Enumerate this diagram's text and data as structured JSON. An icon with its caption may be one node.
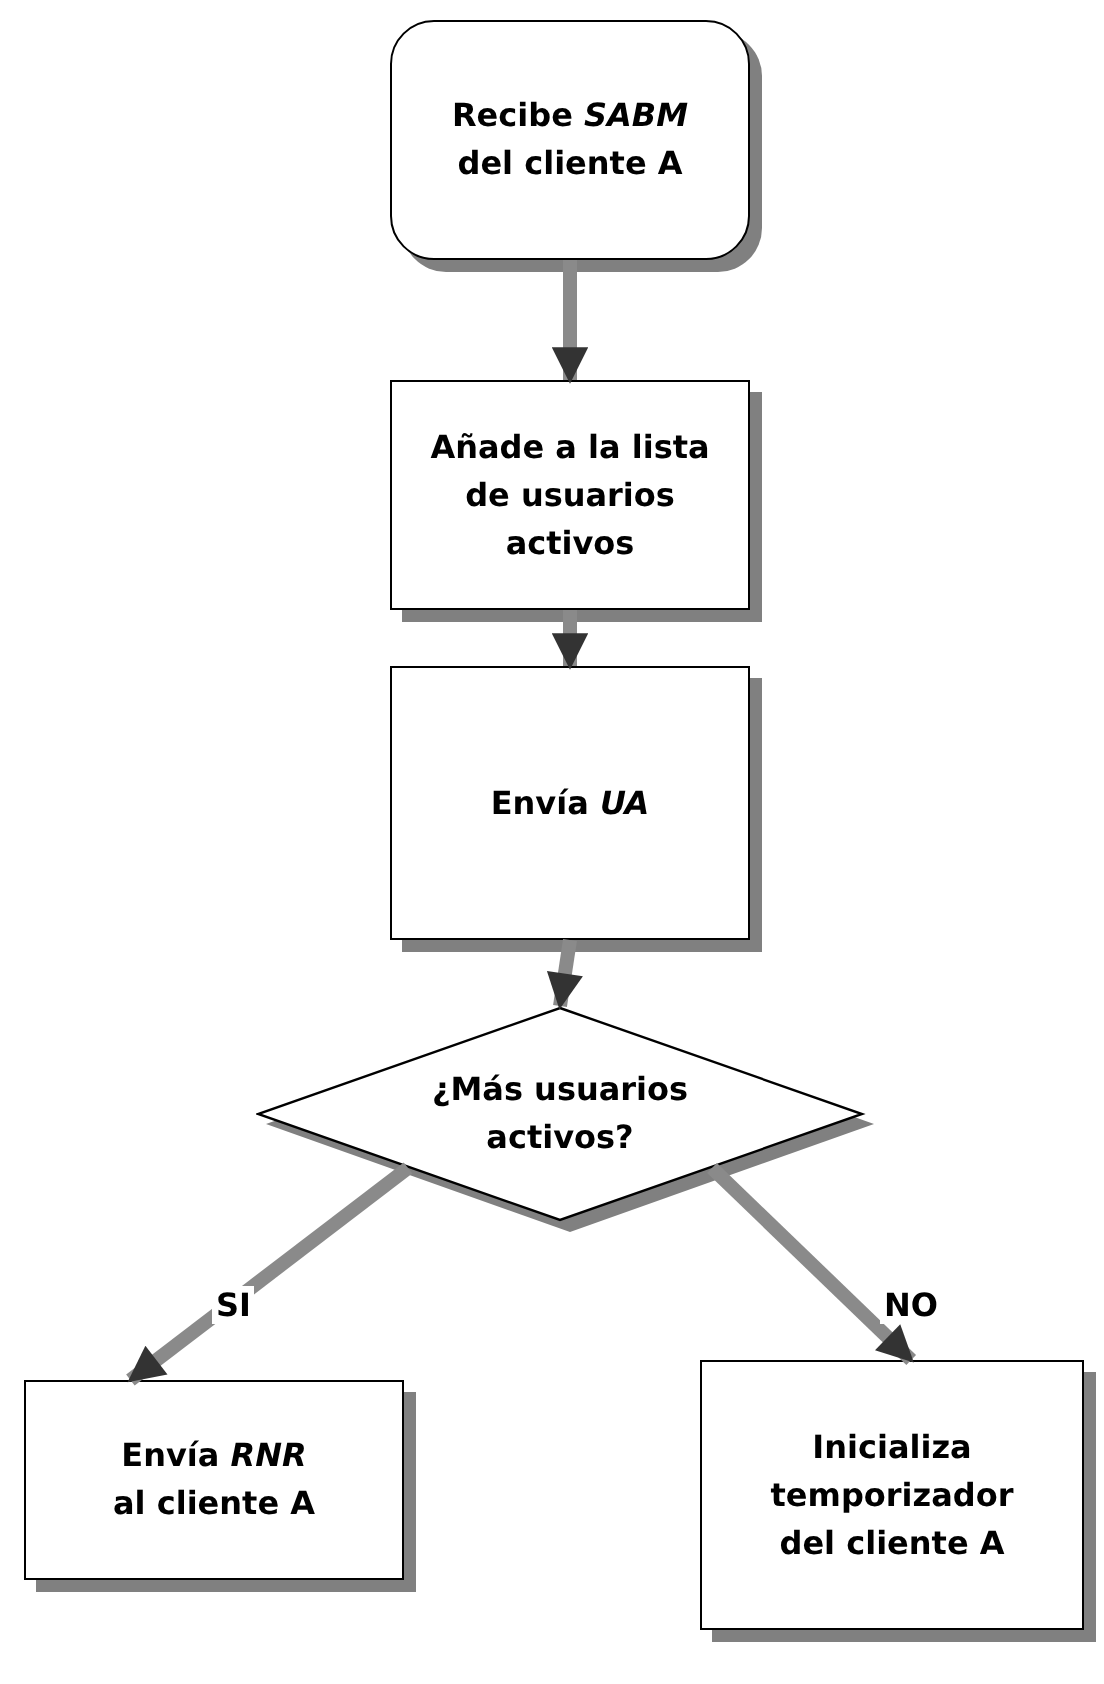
{
  "diagram": {
    "nodes": [
      {
        "text": [
          "Recibe *SABM* del cliente A"
        ]
      },
      {
        "text": [
          "Añade a la lista de usuarios activos"
        ]
      },
      {
        "text": [
          "Envía *UA*"
        ]
      },
      {
        "text": [
          "¿Más usuarios activos?"
        ]
      },
      {
        "text": [
          "Envía *RNR* al cliente A"
        ]
      },
      {
        "text": [
          "Inicializa temporizador del cliente A"
        ]
      }
    ],
    "edges": [
      {
        "from": 0,
        "to": 1,
        "arrow": "to"
      },
      {
        "from": 1,
        "to": 2,
        "arrow": "to"
      },
      {
        "from": 2,
        "to": 3,
        "arrow": "to"
      },
      {
        "from": 3,
        "to": 4,
        "arrow": "to",
        "label": "SI"
      },
      {
        "from": 3,
        "to": 5,
        "arrow": "to",
        "label": "NO"
      }
    ]
  }
}
